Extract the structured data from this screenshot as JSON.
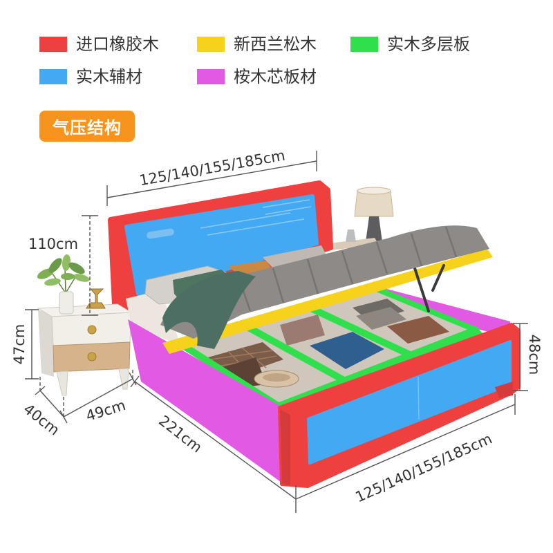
{
  "legend": [
    {
      "label": "进口橡胶木",
      "color": "#ef4040"
    },
    {
      "label": "新西兰松木",
      "color": "#f7d21c"
    },
    {
      "label": "实木多层板",
      "color": "#2fe04c"
    },
    {
      "label": "实木辅材",
      "color": "#42a9f2"
    },
    {
      "label": "桉木芯板材",
      "color": "#e25ae4"
    }
  ],
  "badge": {
    "label": "气压结构",
    "color": "#f7941d"
  },
  "dimensions": {
    "head_width": "125/140/155/185cm",
    "headboard_height": "110cm",
    "nightstand_height": "47cm",
    "nightstand_depth": "40cm",
    "nightstand_width": "49cm",
    "bed_length": "221cm",
    "foot_width": "125/140/155/185cm",
    "footboard_height": "48cm"
  }
}
